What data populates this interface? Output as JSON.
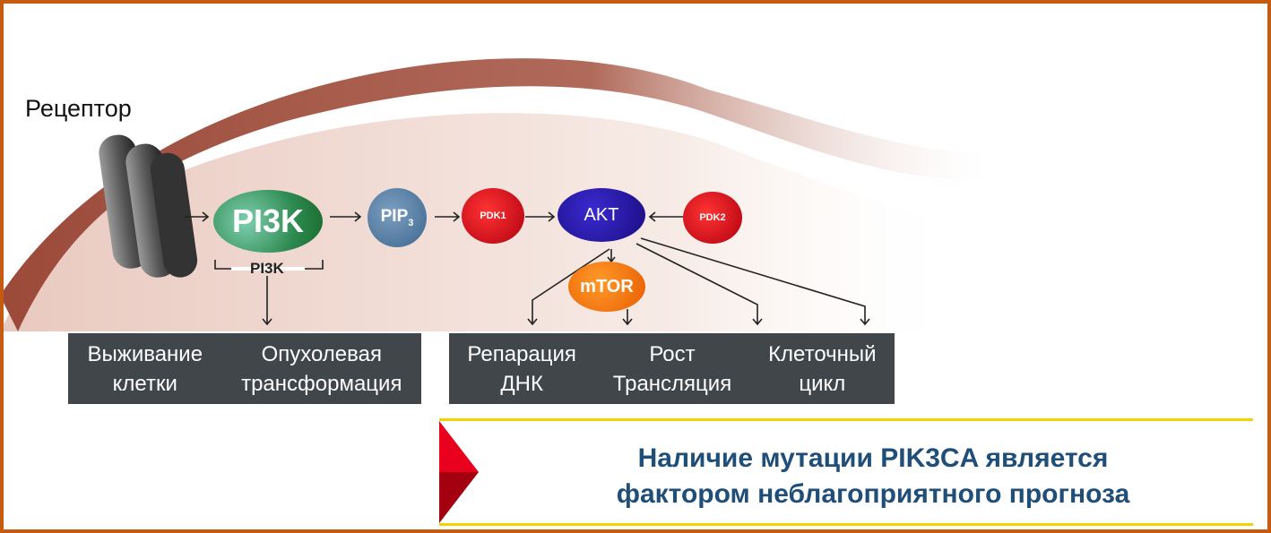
{
  "receptor_label": "Рецептор",
  "proteins": {
    "pi3k": "PI3K",
    "pi3k_bracket": "PI3K",
    "pip3": "PIP",
    "pip3_sub": "3",
    "pdk1": "PDK1",
    "akt": "AKT",
    "pdk2": "PDK2",
    "mtor": "mTOR"
  },
  "outcomes_left": [
    {
      "line1": "Выживание",
      "line2": "клетки"
    },
    {
      "line1": "Опухолевая",
      "line2": "трансформация"
    }
  ],
  "outcomes_right": [
    {
      "line1": "Репарация",
      "line2": "ДНК"
    },
    {
      "line1": "Рост",
      "line2": "Трансляция"
    },
    {
      "line1": "Клеточный",
      "line2": "цикл"
    }
  ],
  "callout": {
    "line1": "Наличие мутации PIK3CA является",
    "line2": "фактором неблагоприятного прогноза"
  },
  "colors": {
    "border": "#c55a11",
    "box": "#41464b",
    "callout_text": "#1f4e79",
    "accent_line": "#f2d200",
    "arrow": "#e8001c"
  }
}
